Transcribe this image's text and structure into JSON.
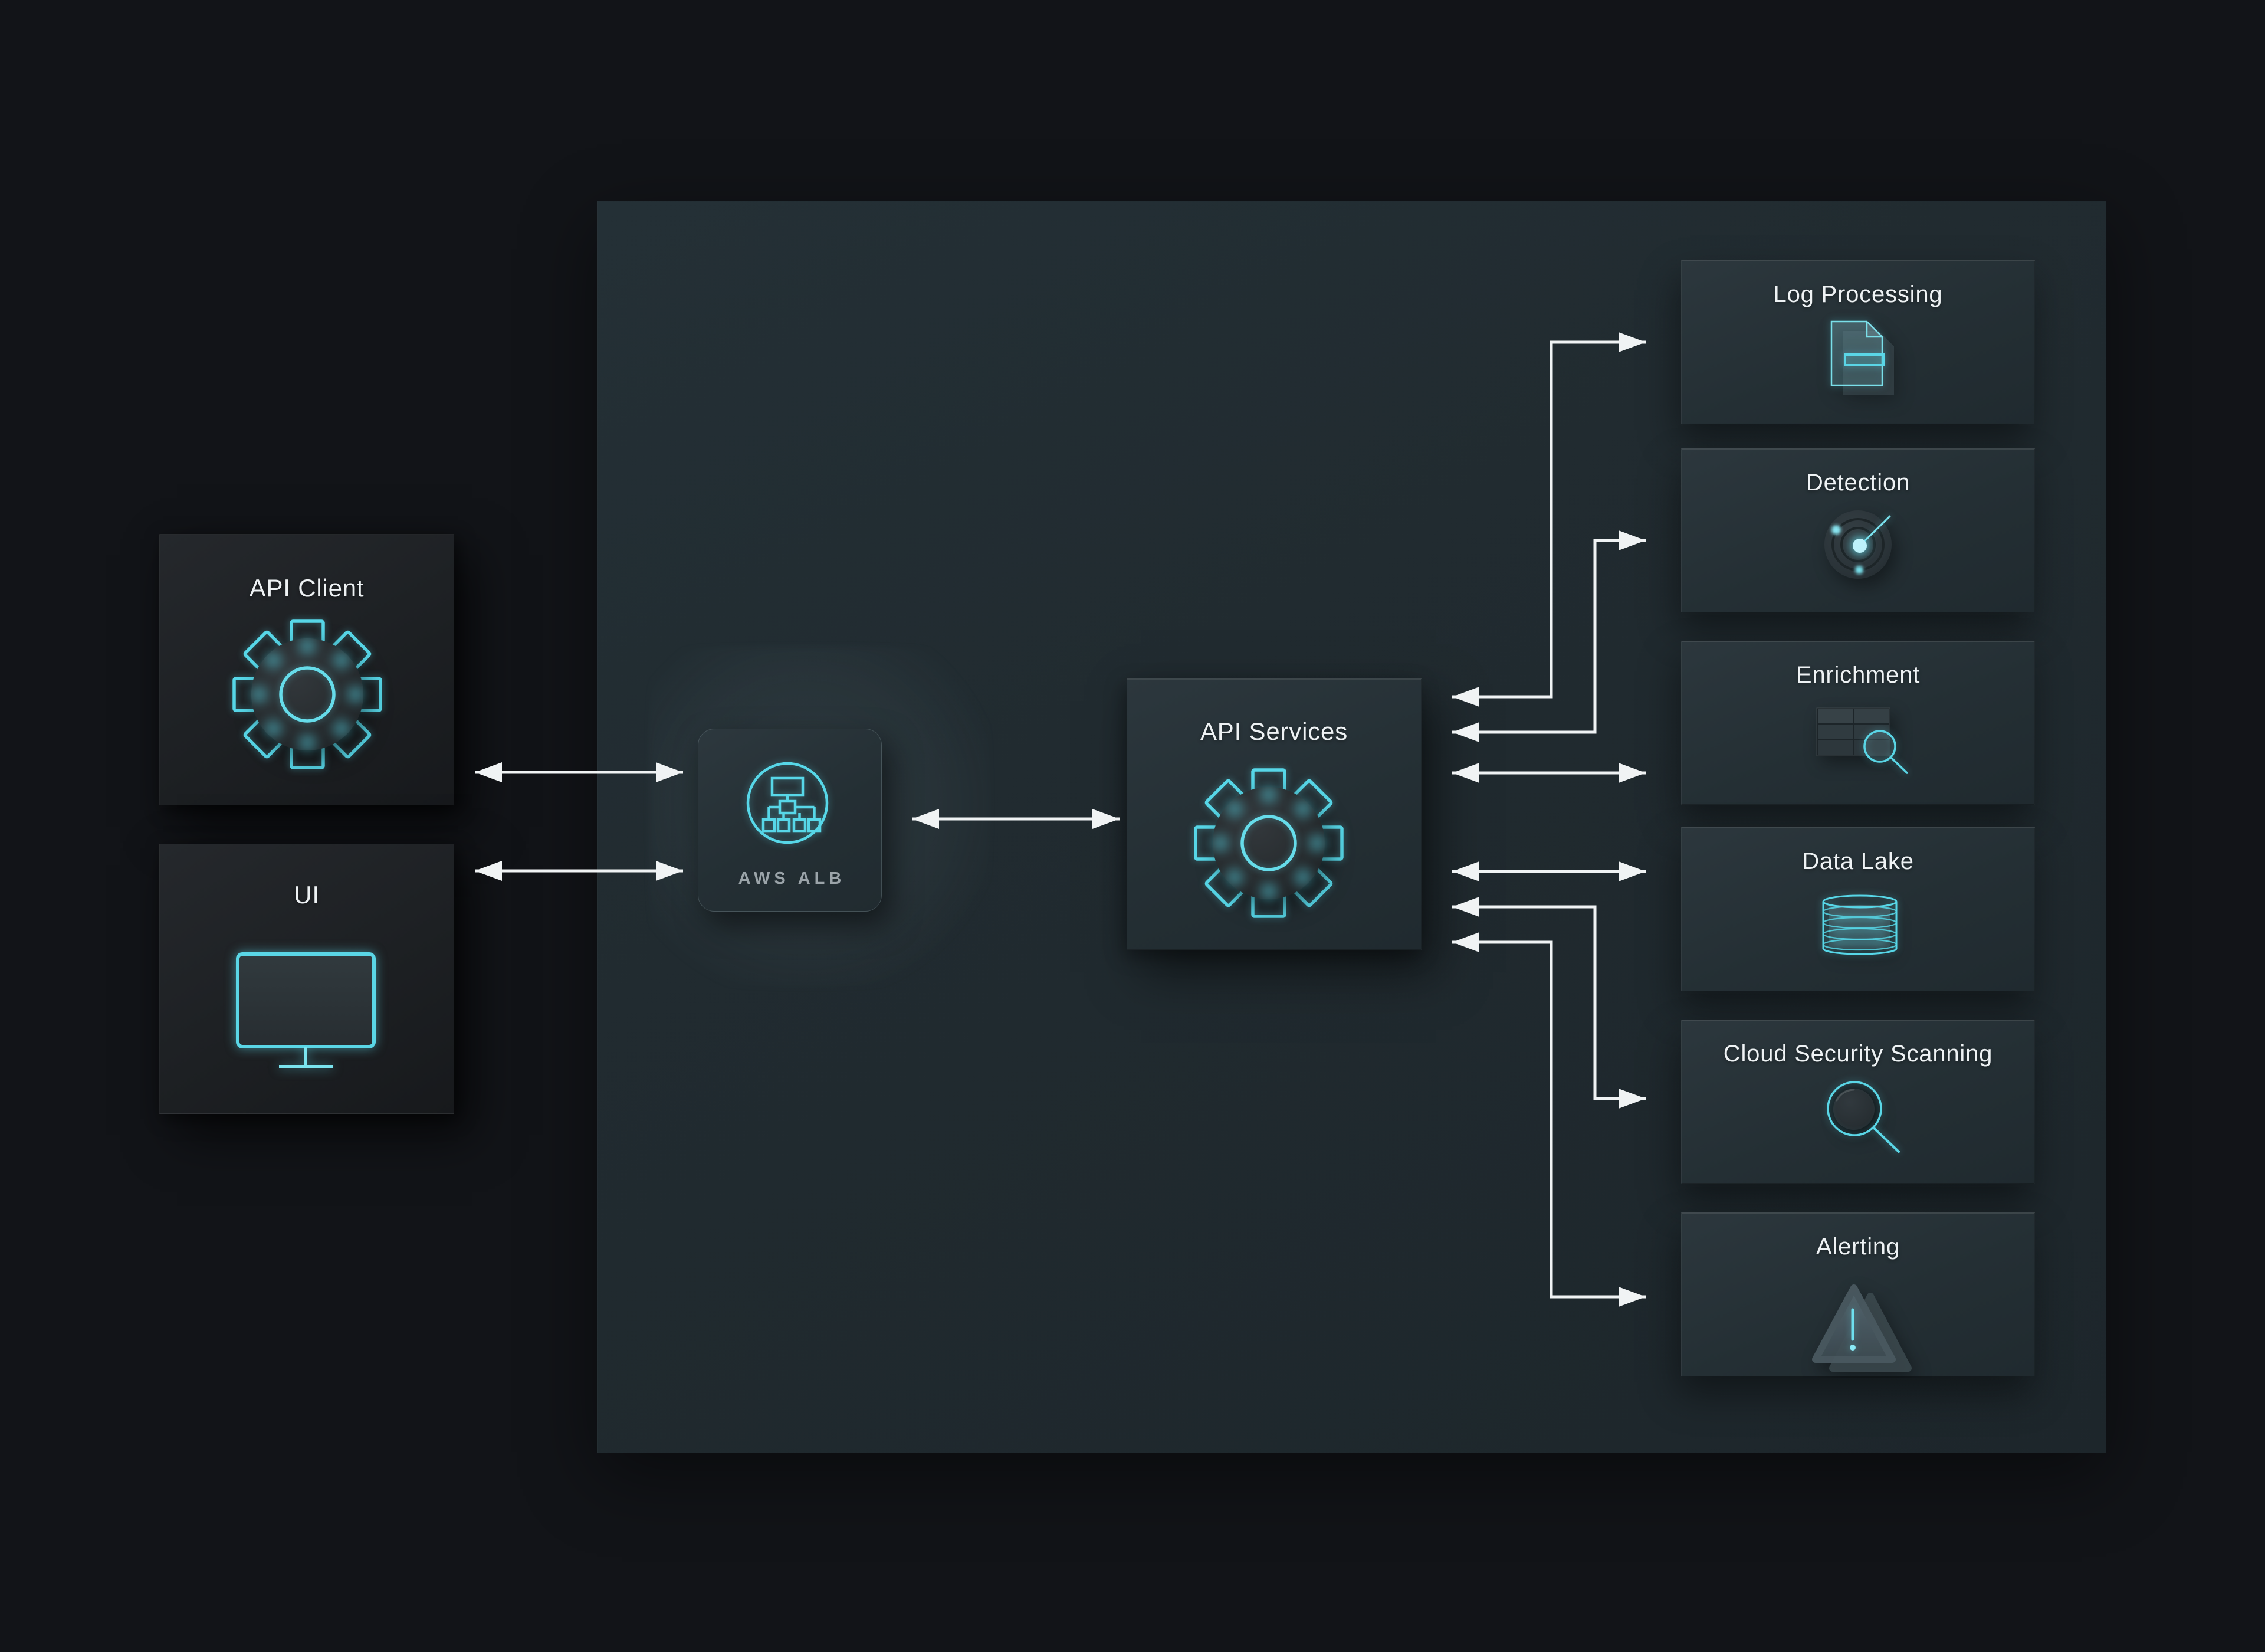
{
  "nodes": {
    "api_client": {
      "label": "API Client",
      "icon": "gear-icon"
    },
    "ui": {
      "label": "UI",
      "icon": "monitor-icon"
    },
    "aws_alb": {
      "label": "AWS ALB",
      "icon": "load-balancer-icon"
    },
    "api_services": {
      "label": "API Services",
      "icon": "gear-icon"
    }
  },
  "services": [
    {
      "label": "Log Processing",
      "icon": "document-icon"
    },
    {
      "label": "Detection",
      "icon": "radar-icon"
    },
    {
      "label": "Enrichment",
      "icon": "table-search-icon"
    },
    {
      "label": "Data Lake",
      "icon": "database-cylinder-icon"
    },
    {
      "label": "Cloud Security Scanning",
      "icon": "magnifier-icon"
    },
    {
      "label": "Alerting",
      "icon": "warning-triangle-icon"
    }
  ],
  "edges": [
    {
      "from": "API Client",
      "to": "AWS ALB",
      "bidirectional": true
    },
    {
      "from": "UI",
      "to": "AWS ALB",
      "bidirectional": true
    },
    {
      "from": "AWS ALB",
      "to": "API Services",
      "bidirectional": true
    },
    {
      "from": "API Services",
      "to": "Log Processing",
      "bidirectional": true
    },
    {
      "from": "API Services",
      "to": "Detection",
      "bidirectional": true
    },
    {
      "from": "API Services",
      "to": "Enrichment",
      "bidirectional": true
    },
    {
      "from": "API Services",
      "to": "Data Lake",
      "bidirectional": true
    },
    {
      "from": "API Services",
      "to": "Cloud Security Scanning",
      "bidirectional": true
    },
    {
      "from": "API Services",
      "to": "Alerting",
      "bidirectional": true
    }
  ],
  "colors": {
    "accent_cyan": "#57d7e8",
    "arrow": "#f0f3f4",
    "outer_background": "#121418",
    "panel_background": "#212b30",
    "dark_node_background": "#1e2124",
    "teal_node_background": "#263136",
    "label_text": "#eef2f4",
    "alb_label_text": "#9ba4a9"
  }
}
